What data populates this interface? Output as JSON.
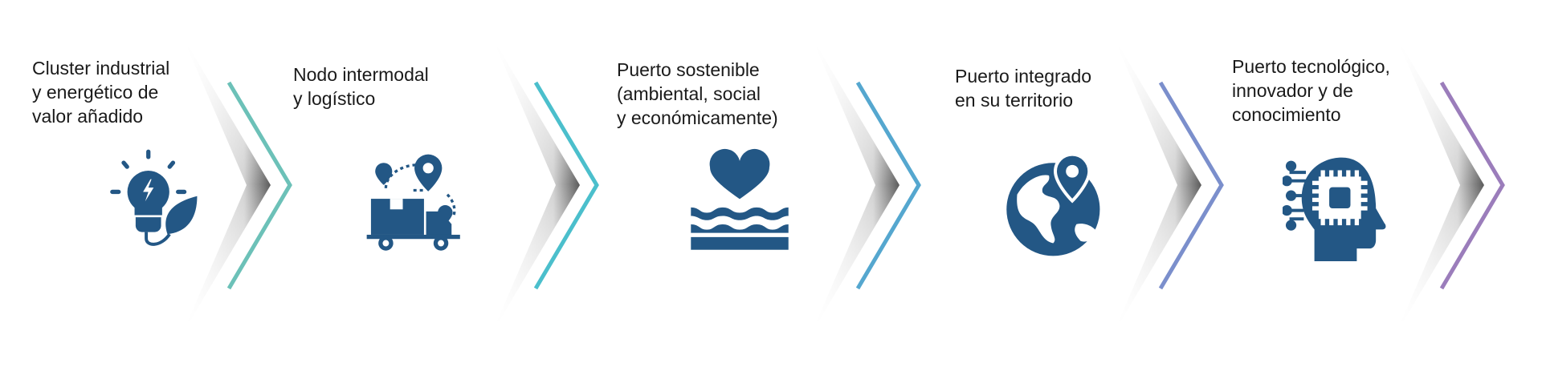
{
  "steps": [
    {
      "label": "Cluster industrial\ny energético de\nvalor añadido",
      "icon": "lightbulb-leaf-icon",
      "chevron_color": "#6cc1b8"
    },
    {
      "label": "Nodo intermodal\ny logístico",
      "icon": "truck-route-icon",
      "chevron_color": "#4bbfcc"
    },
    {
      "label": "Puerto sostenible\n(ambiental, social\ny económicamente)",
      "icon": "heart-water-icon",
      "chevron_color": "#55a7cf"
    },
    {
      "label": "Puerto integrado\nen su territorio",
      "icon": "globe-pin-icon",
      "chevron_color": "#7b8fcc"
    },
    {
      "label": "Puerto tecnológico,\ninnovador y de\nconocimiento",
      "icon": "ai-head-icon",
      "chevron_color": "#9b7dbb"
    }
  ],
  "icon_color": "#235785"
}
